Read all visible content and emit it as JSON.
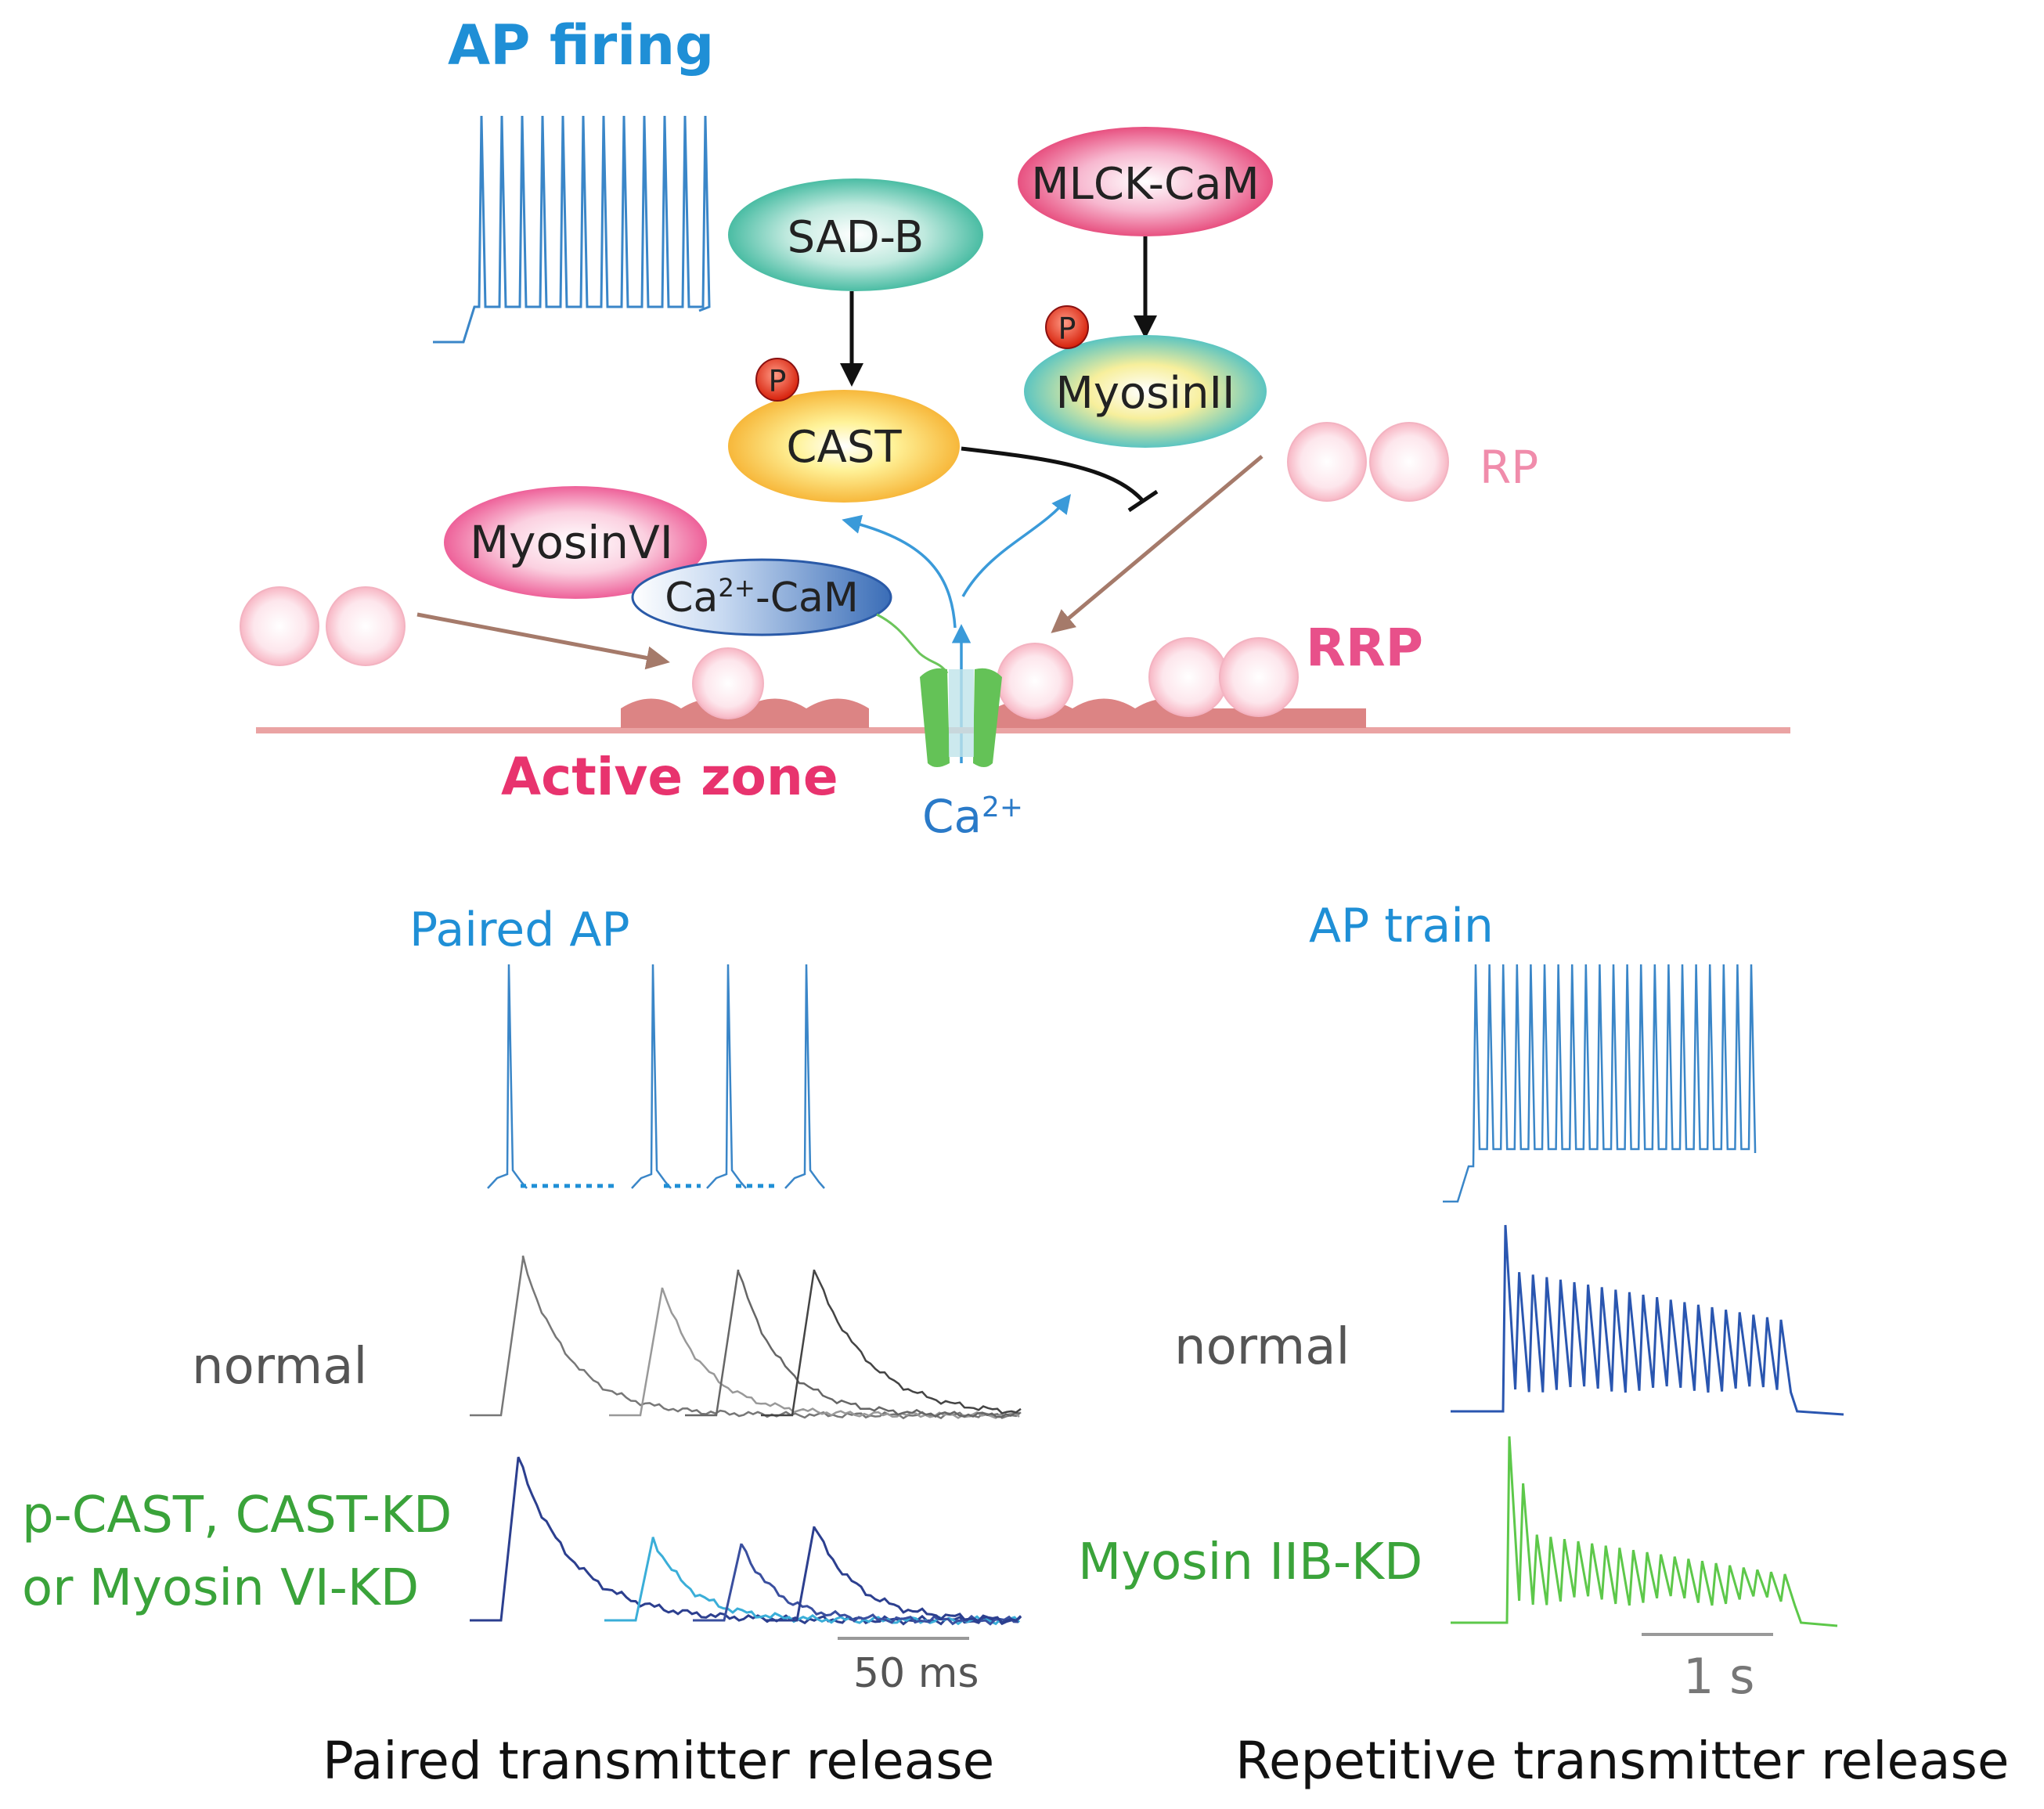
{
  "labels": {
    "ap_firing": "AP firing",
    "sad_b": "SAD-B",
    "mlck_cam": "MLCK-CaM",
    "p_symbol": "P",
    "cast": "CAST",
    "myosin_ii": "MyosinII",
    "myosin_vi": "MyosinVI",
    "ca_cam": "Ca2+-CaM",
    "rp": "RP",
    "rrp": "RRP",
    "active_zone": "Active zone",
    "ca2plus": "Ca2+",
    "paired_ap": "Paired AP",
    "ap_train": "AP train",
    "normal_left": "normal",
    "normal_right": "normal",
    "kd_left_line1": "p-CAST, CAST-KD",
    "kd_left_line2": "or Myosin VI-KD",
    "kd_right": "Myosin IIB-KD",
    "scale_ms": "50 ms",
    "scale_s": "1 s",
    "caption_left": "Paired transmitter release",
    "caption_right": "Repetitive transmitter release"
  },
  "colors": {
    "blue_label": "#1f8fd6",
    "ap_trace": "#3a86c8",
    "pink_text": "#e8336e",
    "rp_text": "#f08cab",
    "rrp_text": "#e8508a",
    "green_text": "#3aa33a",
    "grey_text": "#555555",
    "membrane": "#eaa3a3",
    "normal_right_trace": "#2a56b0",
    "kd_right_trace": "#5dc84a",
    "normal_left_trace": "#555555",
    "kd_left_trace": "#2c3f8f"
  }
}
